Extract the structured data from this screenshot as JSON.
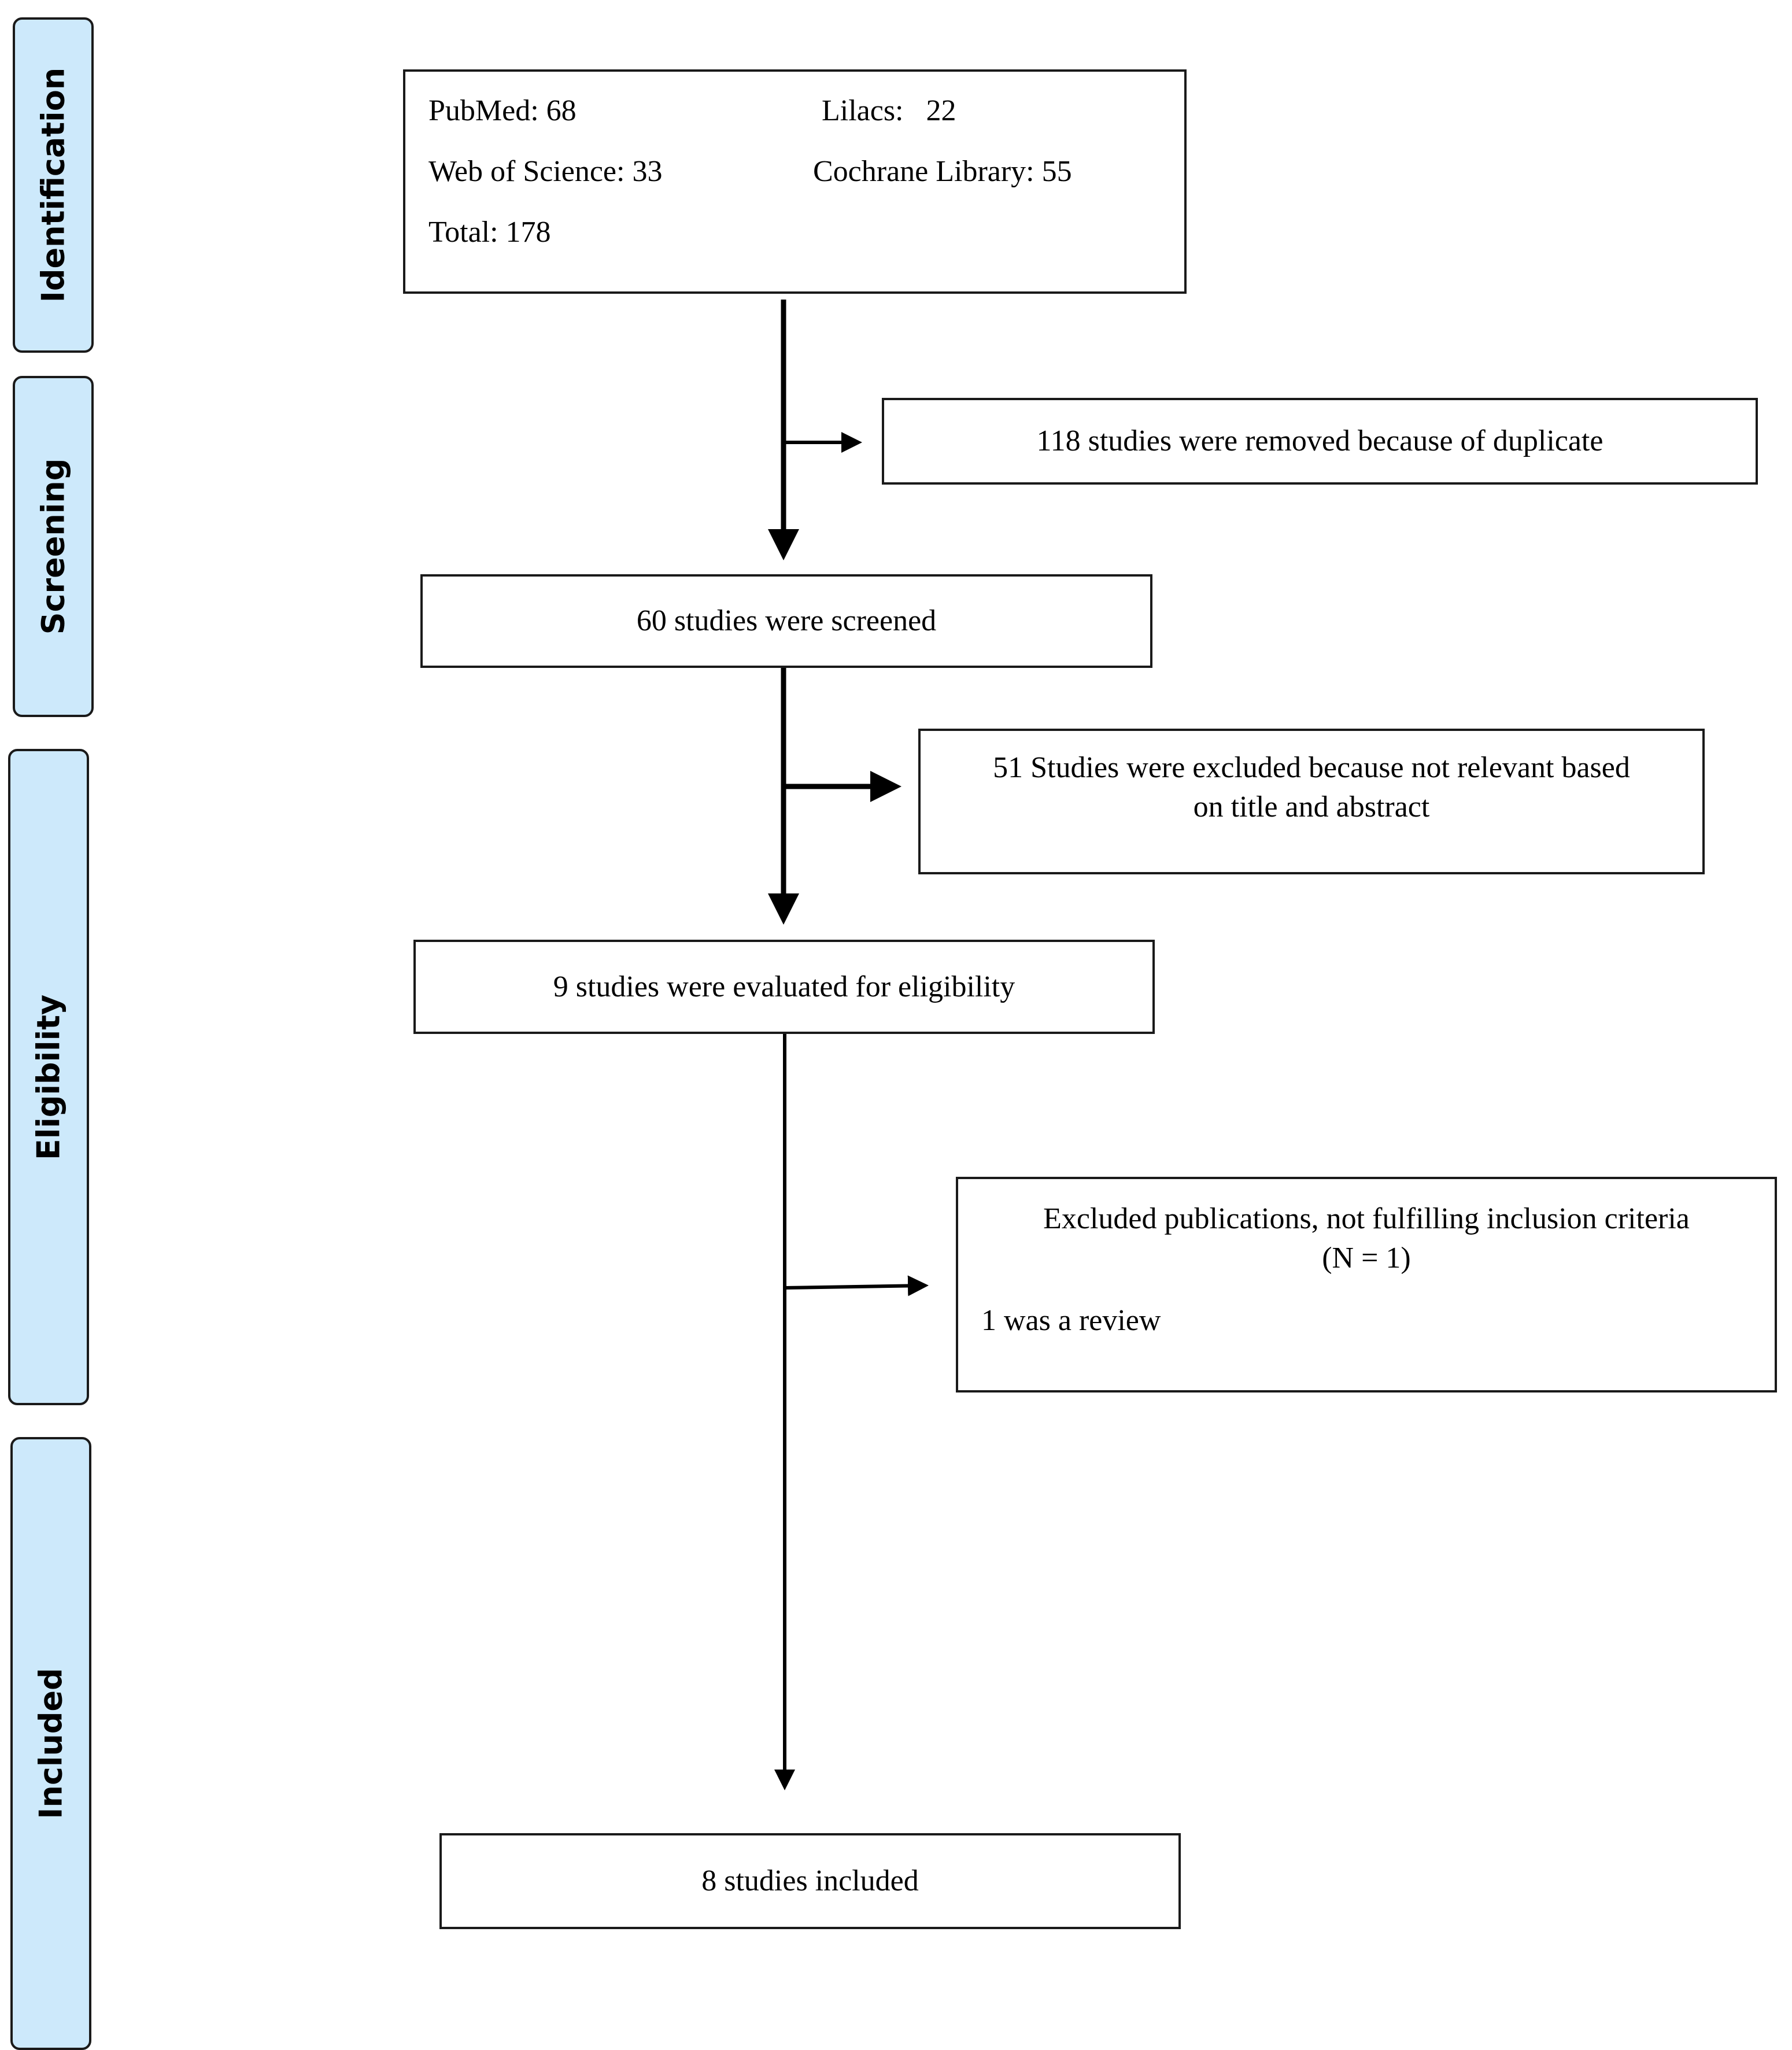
{
  "phases": {
    "identification": "Identification",
    "screening": "Screening",
    "eligibility": "Eligibility",
    "included": "Included"
  },
  "identification_box": {
    "pubmed": "PubMed: 68",
    "lilacs": "Lilacs:   22",
    "web_of_science": "Web of Science: 33",
    "cochrane": "Cochrane Library: 55",
    "total": "Total: 178"
  },
  "duplicates_box": "118 studies were removed because of duplicate",
  "screened_box": "60 studies were screened",
  "excluded_title_box": {
    "line1": "51 Studies were excluded because not relevant based",
    "line2": "on title and abstract"
  },
  "eligibility_box": "9 studies were evaluated for eligibility",
  "excluded_criteria_box": {
    "line1": "Excluded publications, not fulfilling inclusion criteria",
    "line2": "(N = 1)",
    "detail": "1 was a review"
  },
  "included_box": "8 studies included",
  "colors": {
    "phase_fill": "#cde9fb",
    "border": "#1a1a1a"
  }
}
